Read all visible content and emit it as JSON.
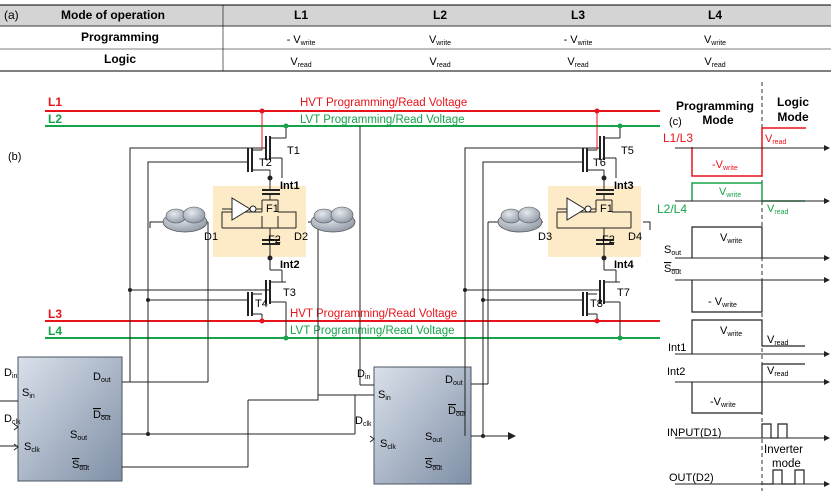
{
  "table": {
    "tag": "(a)",
    "header": [
      "Mode of operation",
      "L1",
      "L2",
      "L3",
      "L4"
    ],
    "rows": [
      {
        "mode": "Programming",
        "cells": [
          {
            "pre": "- V",
            "sub": "write"
          },
          {
            "pre": "V",
            "sub": "write"
          },
          {
            "pre": "- V",
            "sub": "write"
          },
          {
            "pre": "V",
            "sub": "write"
          }
        ]
      },
      {
        "mode": "Logic",
        "cells": [
          {
            "pre": "V",
            "sub": "read"
          },
          {
            "pre": "V",
            "sub": "read"
          },
          {
            "pre": "V",
            "sub": "read"
          },
          {
            "pre": "V",
            "sub": "read"
          }
        ]
      }
    ]
  },
  "circuit": {
    "tag": "(b)",
    "colors": {
      "hvt": "#e8141b",
      "lvt": "#16a34a",
      "wire": "#222222",
      "cell_bg": "#fcebc6",
      "ff_fill": "#9aa8ba"
    },
    "lines": {
      "L1": {
        "name": "L1",
        "label": "HVT Programming/Read  Voltage"
      },
      "L2": {
        "name": "L2",
        "label": "LVT Programming/Read  Voltage"
      },
      "L3": {
        "name": "L3",
        "label": "HVT Programming/Read  Voltage"
      },
      "L4": {
        "name": "L4",
        "label": "LVT Programming/Read  Voltage"
      }
    },
    "transistors": [
      "T1",
      "T2",
      "T3",
      "T4",
      "T5",
      "T6",
      "T7",
      "T8"
    ],
    "fets": [
      "F1",
      "F2",
      "F1",
      "F2"
    ],
    "internal_nodes": [
      "Int1",
      "Int2",
      "Int3",
      "Int4"
    ],
    "data_nodes": [
      "D1",
      "D2",
      "D3",
      "D4"
    ],
    "flipflop": {
      "d_in": {
        "pre": "D",
        "sub": "in"
      },
      "s_in": {
        "pre": "S",
        "sub": "in"
      },
      "d_clk": {
        "pre": "D",
        "sub": "clk"
      },
      "s_clk": {
        "pre": "S",
        "sub": "clk"
      },
      "d_out": {
        "pre": "D",
        "sub": "out"
      },
      "d_out_bar": {
        "pre": "D",
        "sub": "out"
      },
      "s_out": {
        "pre": "S",
        "sub": "out"
      },
      "s_out_bar": {
        "pre": "S",
        "sub": "out"
      }
    }
  },
  "timing": {
    "tag": "(c)",
    "programming_mode": [
      "Programming",
      "Mode"
    ],
    "logic_mode": [
      "Logic",
      "Mode"
    ],
    "signals": {
      "l1l3": "L1/L3",
      "l2l4": "L2/L4",
      "sout": {
        "pre": "S",
        "sub": "out"
      },
      "sout_bar": {
        "pre": "S",
        "sub": "out"
      },
      "int1": "Int1",
      "int2": "Int2",
      "input": "INPUT(D1)",
      "output": "OUT(D2)"
    },
    "values": {
      "vread": {
        "pre": "V",
        "sub": "read"
      },
      "vwrite": {
        "pre": "V",
        "sub": "write"
      },
      "neg_vwrite": {
        "pre": "-V",
        "sub": "write"
      },
      "neg_vwrite_sp": {
        "pre": "- V",
        "sub": "write"
      }
    },
    "inverter_mode": [
      "Inverter",
      "mode"
    ]
  }
}
